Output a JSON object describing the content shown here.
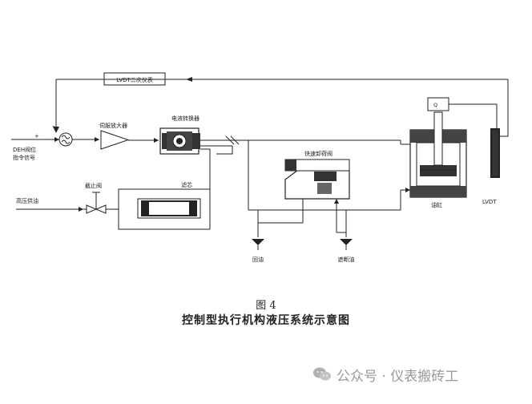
{
  "diagram": {
    "lvdt_instrument": "LVDT二次仪表",
    "deh_signal_line1": "DEH阀位",
    "deh_signal_line2": "指令信号",
    "servo_amplifier": "伺服放大器",
    "electro_hydraulic_converter": "电液转换器",
    "quick_unload_valve": "快速卸荷阀",
    "hp_oil_supply": "高压供油",
    "stop_valve": "截止阀",
    "filter": "滤芯",
    "oil_cylinder": "油缸",
    "lvdt": "LVDT",
    "return_oil": "回油",
    "trip_oil": "遮断油",
    "sign_minus": "–",
    "sign_plus": "+"
  },
  "caption": {
    "figure_number": "图 4",
    "title": "控制型执行机构液压系统示意图"
  },
  "watermark": {
    "text": "公众号 · 仪表搬砖工"
  }
}
